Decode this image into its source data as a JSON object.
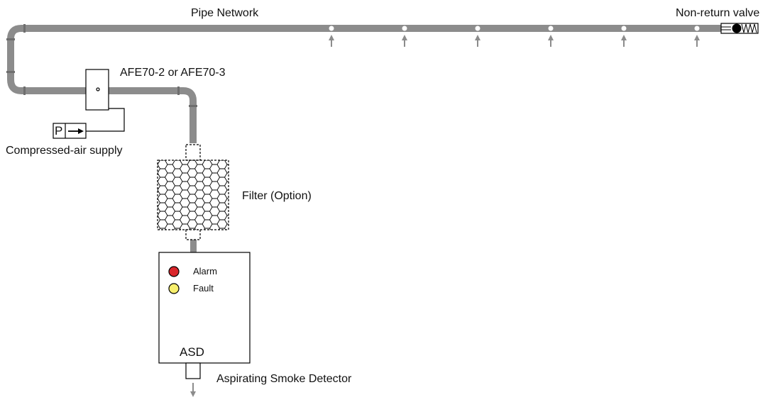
{
  "labels": {
    "pipe_network": "Pipe Network",
    "non_return_valve": "Non-return valve",
    "afe": "AFE70-2 or AFE70-3",
    "compressed_air": "Compressed-air supply",
    "pressure_symbol": "P",
    "filter": "Filter (Option)",
    "alarm": "Alarm",
    "fault": "Fault",
    "asd": "ASD",
    "aspirating_smoke_detector": "Aspirating Smoke Detector"
  },
  "colors": {
    "pipe": "#8c8c8c",
    "alarm": "#d9262b",
    "fault": "#f7ef6d",
    "arrow": "#8c8c8c"
  },
  "sampling_holes": 6
}
